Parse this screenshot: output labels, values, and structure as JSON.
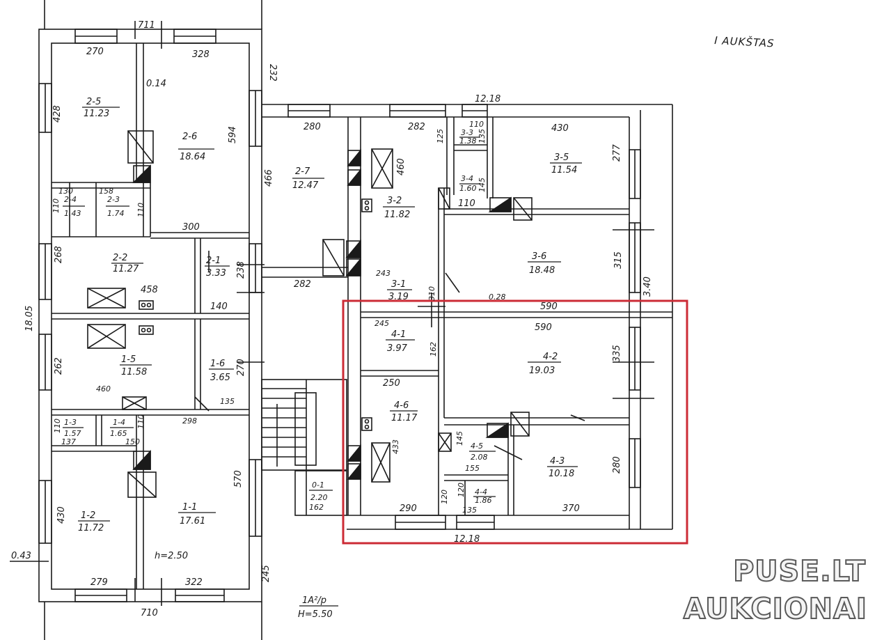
{
  "header": {
    "floor_title": "I AUKŠTAS"
  },
  "watermark": {
    "line1": "PUSE.LT",
    "line2": "AUKCIONAI"
  },
  "highlight": {
    "color": "#cc2b36"
  },
  "stamp": {
    "line1": "1A²/p",
    "line2": "H=5.50"
  },
  "rooms": [
    {
      "id": "2-5",
      "area": "11.23"
    },
    {
      "id": "2-6",
      "area": "18.64"
    },
    {
      "id": "2-4",
      "area": "1.43"
    },
    {
      "id": "2-3",
      "area": "1.74"
    },
    {
      "id": "2-2",
      "area": "11.27"
    },
    {
      "id": "2-1",
      "area": "3.33"
    },
    {
      "id": "1-5",
      "area": "11.58"
    },
    {
      "id": "1-6",
      "area": "3.65"
    },
    {
      "id": "1-3",
      "area": "1.57"
    },
    {
      "id": "1-4",
      "area": "1.65"
    },
    {
      "id": "1-2",
      "area": "11.72"
    },
    {
      "id": "1-1",
      "area": "17.61"
    },
    {
      "id": "2-7",
      "area": "12.47"
    },
    {
      "id": "3-2",
      "area": "11.82"
    },
    {
      "id": "3-3",
      "area": "1.38"
    },
    {
      "id": "3-4",
      "area": "1.60"
    },
    {
      "id": "3-5",
      "area": "11.54"
    },
    {
      "id": "3-6",
      "area": "18.48"
    },
    {
      "id": "3-1",
      "area": "3.19"
    },
    {
      "id": "4-1",
      "area": "3.97"
    },
    {
      "id": "4-2",
      "area": "19.03"
    },
    {
      "id": "4-6",
      "area": "11.17"
    },
    {
      "id": "4-5",
      "area": "2.08"
    },
    {
      "id": "4-3",
      "area": "10.18"
    },
    {
      "id": "4-4",
      "area": "1.86"
    },
    {
      "id": "0-1",
      "area": "2.20"
    }
  ],
  "dimensions": {
    "top_overall": "711",
    "left_top_a": "270",
    "left_top_b": "328",
    "right_wing_top": "232",
    "d_014": "0.14",
    "d_428": "428",
    "d_594": "594",
    "d_466": "466",
    "d_280": "280",
    "d_282_top": "282",
    "d_1218_top": "12.18",
    "d_430_top": "430",
    "d_125": "125",
    "d_110a": "110",
    "d_135a": "135",
    "d_145a": "145",
    "d_110b": "110",
    "d_460a": "460",
    "d_277": "277",
    "d_130": "130",
    "d_158": "158",
    "d_110c": "110",
    "d_110d": "110",
    "d_300": "300",
    "d_268": "268",
    "d_238": "238",
    "d_458": "458",
    "d_140": "140",
    "d_1805": "18.05",
    "d_282_mid": "282",
    "d_243": "243",
    "d_310": "310",
    "d_315": "315",
    "d_340": "3.40",
    "d_028": "0.28",
    "d_590a": "590",
    "d_590b": "590",
    "d_245": "245",
    "d_162a": "162",
    "d_335": "335",
    "d_262": "262",
    "d_270": "270",
    "d_250": "250",
    "d_460b": "460",
    "d_135b": "135",
    "d_298": "298",
    "d_110e": "110",
    "d_110f": "110",
    "d_137": "137",
    "d_150": "150",
    "d_433": "433",
    "d_145b": "145",
    "d_155": "155",
    "d_280b": "280",
    "d_430_left": "430",
    "d_570": "570",
    "d_162b": "162",
    "d_120a": "120",
    "d_120b": "120",
    "d_290": "290",
    "d_135c": "135",
    "d_370": "370",
    "d_1218_bot": "12.18",
    "d_043": "0.43",
    "d_h250": "h=2.50",
    "d_245b": "245",
    "d_279": "279",
    "d_322": "322",
    "d_710": "710"
  }
}
